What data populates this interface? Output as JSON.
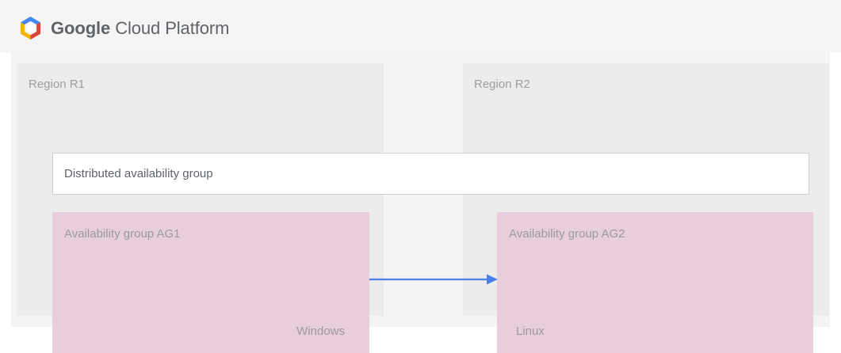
{
  "header": {
    "logo_icon": "google-cloud-platform-hexagon-icon",
    "brand_strong": "Google",
    "brand_light": "Cloud Platform",
    "brand_color": "#5f6368",
    "background": "#f5f5f5",
    "logo_colors": {
      "blue": "#4285f4",
      "red": "#db4437",
      "yellow": "#f4b400",
      "center": "#ffffff"
    }
  },
  "diagram": {
    "background": "#f4f4f4",
    "regions": [
      {
        "id": "r1",
        "label": "Region R1",
        "background": "#ececec",
        "availability_group": {
          "title": "Availability group AG1",
          "os_label": "Windows",
          "background": "#e8cedd"
        }
      },
      {
        "id": "r2",
        "label": "Region R2",
        "background": "#ececec",
        "availability_group": {
          "title": "Availability group AG2",
          "os_label": "Linux",
          "background": "#e8cedd"
        }
      }
    ],
    "distributed_group": {
      "label": "Distributed availability group",
      "background": "#ffffff",
      "border_color": "#cfcfcf"
    },
    "connector": {
      "icon": "right-arrow-icon",
      "color": "#4a7ee8",
      "direction": "left-to-right",
      "from": "Availability group AG1",
      "to": "Availability group AG2"
    }
  }
}
